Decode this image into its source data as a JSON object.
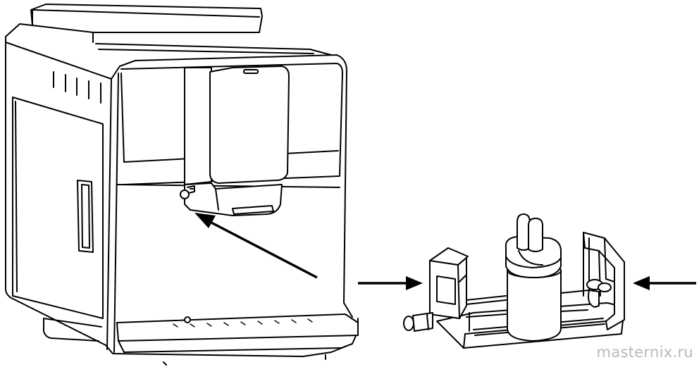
{
  "watermark": "masternix.ru",
  "colors": {
    "line": "#000000",
    "background": "#ffffff",
    "watermark": "#b9b9b9"
  },
  "arrows": [
    "arrow-to-spout-joint",
    "arrow-left-side",
    "arrow-right-side"
  ]
}
